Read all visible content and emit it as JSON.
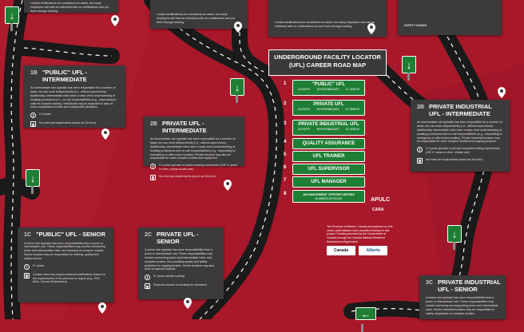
{
  "poster": {
    "title_line1": "UNDERGROUND FACILITY LOCATOR",
    "title_line2": "(UFL) CAREER ROAD MAP"
  },
  "levels": [
    {
      "num": "1",
      "label": "\"PUBLIC\" UFL",
      "subs": [
        "1A ENTRY",
        "1B INTERMEDIATE",
        "1C SENIOR"
      ]
    },
    {
      "num": "2",
      "label": "PRIVATE UFL",
      "subs": [
        "2A ENTRY",
        "2B INTERMEDIATE",
        "2C SENIOR"
      ]
    },
    {
      "num": "3",
      "label": "PRIVATE INDUSTRIAL UFL",
      "subs": [
        "3A ENTRY",
        "3B INTERMEDIATE",
        "3C SENIOR"
      ]
    },
    {
      "num": "4",
      "label": "QUALITY ASSURANCE",
      "subs": []
    },
    {
      "num": "5",
      "label": "UFL TRAINER",
      "subs": []
    },
    {
      "num": "6",
      "label": "UFL SUPERVISOR",
      "subs": []
    },
    {
      "num": "7",
      "label": "UFL MANAGER",
      "subs": []
    },
    {
      "num": "8",
      "label": "ADVANCEMENT OPPORTUNITIES",
      "subs": [
        "NUMEROUS FIELDS"
      ]
    }
  ],
  "cards": {
    "c1b": {
      "code": "1B",
      "title": "\"PUBLIC\" UFL - INTERMEDIATE",
      "desc": "An intermediate role typically has been responsible for a number of tasks, but can work independently (i.e., without supervision). Additionally, intermediate roles have a basic level understanding of locating procedures (i.e., on-call responsibilities (e.g., responding to calls for complex cases)). Individuals may be expected to take on more complicated locates and complicated situations.",
      "years": "2-3 years",
      "req": "No external requirements (same as 1A level)."
    },
    "c2b": {
      "code": "2B",
      "title": "PRIVATE UFL - INTERMEDIATE",
      "desc": "An intermediate role typically has been responsible for a number of tasks, but can work independently (i.e., without supervision). Additionally, intermediate roles have a basic level understanding of locating procedures and on-call responsibilities (e.g., responding to emergency or after-hours locates). Private locators may also be responsible for more complex locates and equipment.",
      "years": "2-3 years (private or public locating experience) (OR 4+ years in other, similar locate role)",
      "req": "No external requirements (same as 2A level)."
    },
    "c1c": {
      "code": "1C",
      "title": "\"PUBLIC\" UFL - SENIOR",
      "desc": "A senior role typically has more responsibilities than a junior or intermediate role. These responsibilities may involve overseeing junior and intermediate roles, and advising on complex locates. Senior locators may be responsible for training, quality and safety checks.",
      "years": "5+ years",
      "req": "Certain roles may require external certifications based on the requirements of the province or region (e.g., H2S Alive, Ground Disturbance)."
    },
    "c2c": {
      "code": "2C",
      "title": "PRIVATE UFL - SENIOR",
      "desc": "A senior role typically has more responsibilities than a junior or intermediate role. These responsibilities may involve overseeing junior and intermediate roles, and complex locates, and providing quality and safety guidance on ongoing locates. Senior locators may also work on special projects.",
      "years": "5+ years private locating",
      "req": "External courses on locating for operators."
    },
    "c2bi": {
      "code": "2B",
      "title": "PRIVATE INDUSTRIAL UFL - INTERMEDIATE",
      "desc": "An intermediate role typically has been responsible for a number of tasks, but can work independently (i.e., without supervision). Additionally, intermediate roles have a basic level understanding of locating procedures and on-call responsibilities (e.g., responding to emergency or after-hours locates). Private industrial locators may be responsible for more complex locates and ongoing projects.",
      "years": "2-3 years (private or private industrial locating experience) (OR 4+ years in other, similar role)",
      "req": "No external requirements (same as 3A level)."
    },
    "c3c": {
      "code": "3C",
      "title": "PRIVATE INDUSTRIAL UFL - SENIOR",
      "desc": "A senior role typically has more responsibilities than a junior or intermediate role. These responsibilities may include mentoring and supporting junior and intermediate roles. Senior industrial locators may be responsible for safety compliance on complex locates."
    },
    "top1": {
      "desc": "Limited certifications are considered an asset, but many employers will train an individual with no certifications and put them through training."
    },
    "top2": {
      "desc": "Limited certifications are considered an asset, but many employers will train an individual with no certifications and put them through training."
    },
    "top3": {
      "desc": "Limited certifications are considered an asset, but many employers will train an individual with no certifications and put them through training."
    },
    "top4": {
      "label": "SAFETY ISSUES"
    }
  },
  "info_text": "The Province of Alberta, Canada and partners on this career path initiative have provided funding for this project. Funding provided by the Government of Canada through the Canada-Alberta Workforce Development Agreement.",
  "logos": {
    "apulc": "APULC",
    "cara": "CARA",
    "canada": "Canada",
    "alberta": "Alberta"
  },
  "colors": {
    "background": "#a8182a",
    "card": "#3d3a3b",
    "green": "#1e7e34",
    "road": "#1a1a1a"
  }
}
